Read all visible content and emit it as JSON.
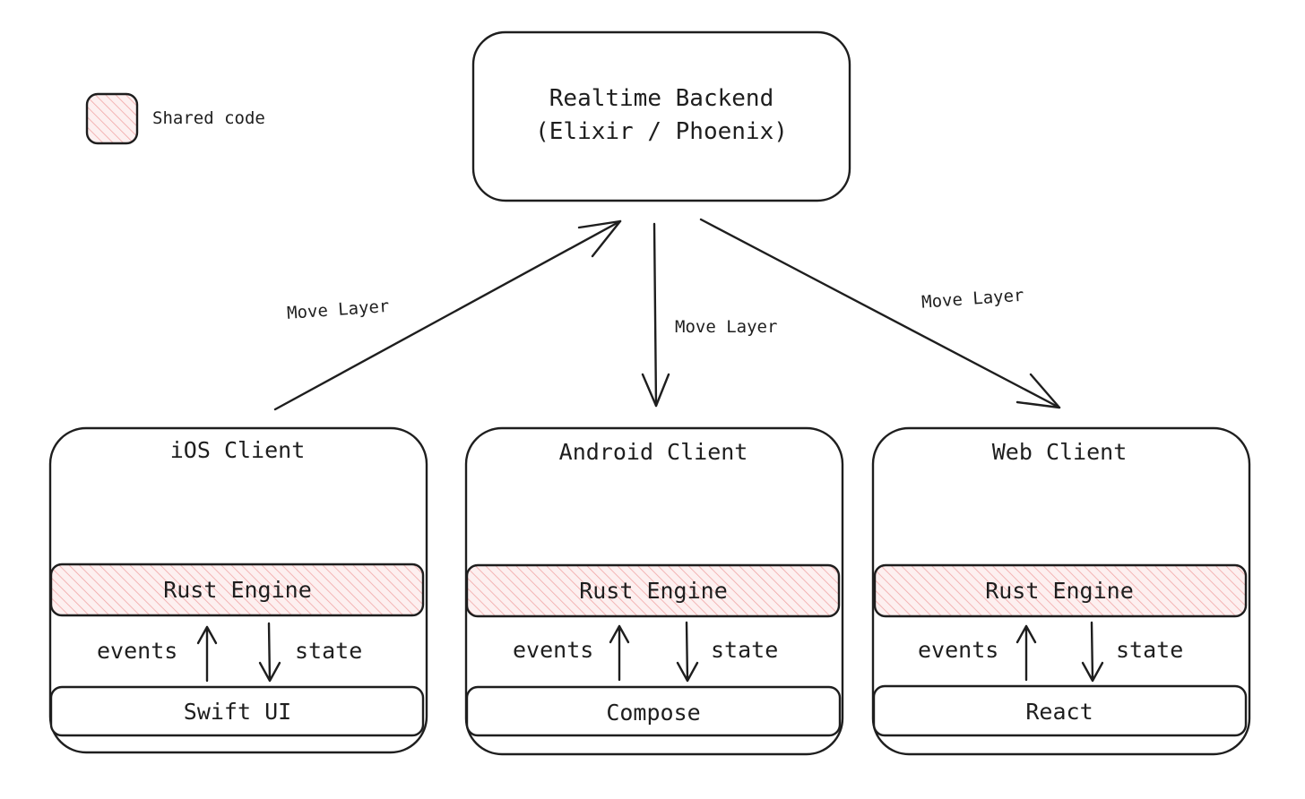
{
  "legend": {
    "label": "Shared code",
    "color": "#f4a6a6"
  },
  "backend": {
    "line1": "Realtime Backend",
    "line2": "(Elixir / Phoenix)"
  },
  "arrows": {
    "left": "Move Layer",
    "middle": "Move Layer",
    "right": "Move Layer"
  },
  "clients": [
    {
      "title": "iOS Client",
      "engine": "Rust Engine",
      "events": "events",
      "state": "state",
      "ui": "Swift UI"
    },
    {
      "title": "Android Client",
      "engine": "Rust Engine",
      "events": "events",
      "state": "state",
      "ui": "Compose"
    },
    {
      "title": "Web Client",
      "engine": "Rust Engine",
      "events": "events",
      "state": "state",
      "ui": "React"
    }
  ]
}
